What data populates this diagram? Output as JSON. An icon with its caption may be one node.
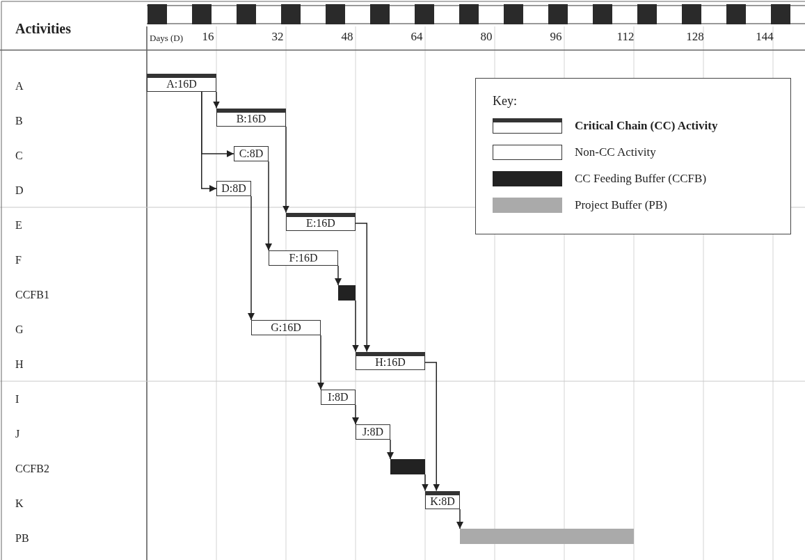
{
  "diagram": {
    "nodes": [
      {
        "text": [
          "A:16D"
        ]
      },
      {
        "text": [
          "B:16D"
        ]
      },
      {
        "text": [
          "C:8D"
        ]
      },
      {
        "text": [
          "D:8D"
        ]
      },
      {
        "text": [
          "E:16D"
        ]
      },
      {
        "text": [
          "F:16D"
        ]
      },
      {
        "text": [],
        "shape": "bar"
      },
      {
        "text": [
          "G:16D"
        ]
      },
      {
        "text": [
          "H:16D"
        ]
      },
      {
        "text": [
          "I:8D"
        ]
      },
      {
        "text": [
          "J:8D"
        ]
      },
      {
        "text": [],
        "shape": "bar"
      },
      {
        "text": [
          "K:8D"
        ]
      },
      {
        "text": [],
        "shape": "bar"
      }
    ],
    "edges": [
      {
        "from": 0,
        "to": 1,
        "arrow": "to"
      },
      {
        "from": 0,
        "to": 2,
        "arrow": "to"
      },
      {
        "from": 0,
        "to": 3,
        "arrow": "to"
      },
      {
        "from": 1,
        "to": 4,
        "arrow": "to"
      },
      {
        "from": 2,
        "to": 5,
        "arrow": "to"
      },
      {
        "from": 3,
        "to": 7,
        "arrow": "to"
      },
      {
        "from": 4,
        "to": 8,
        "arrow": "to"
      },
      {
        "from": 5,
        "to": 6,
        "arrow": "to"
      },
      {
        "from": 6,
        "to": 8,
        "arrow": "to"
      },
      {
        "from": 7,
        "to": 9,
        "arrow": "to"
      },
      {
        "from": 9,
        "to": 10,
        "arrow": "to"
      },
      {
        "from": 10,
        "to": 11,
        "arrow": "to"
      },
      {
        "from": 11,
        "to": 12,
        "arrow": "to"
      },
      {
        "from": 8,
        "to": 12,
        "arrow": "to"
      },
      {
        "from": 12,
        "to": 13,
        "arrow": "to"
      }
    ],
    "labels": [
      "Activities",
      "Days (D)",
      "16",
      "32",
      "48",
      "64",
      "80",
      "96",
      "112",
      "128",
      "144",
      "A",
      "B",
      "C",
      "D",
      "E",
      "F",
      "CCFB1",
      "G",
      "H",
      "I",
      "J",
      "CCFB2",
      "K",
      "PB",
      "Key:"
    ],
    "legend": [
      {
        "text": "Critical Chain (CC) Activity"
      },
      {
        "text": "Non-CC Activity"
      },
      {
        "text": "CC Feeding Buffer (CCFB)",
        "color": "#222222"
      },
      {
        "text": "Project Buffer (PB)",
        "color": "#aaaaaa"
      }
    ]
  }
}
